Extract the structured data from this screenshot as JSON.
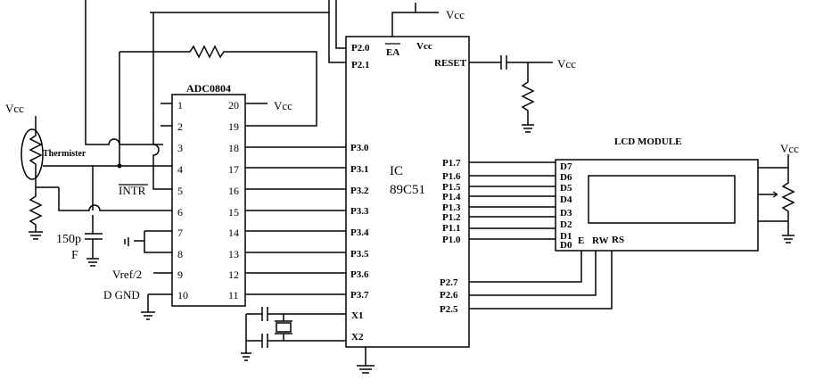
{
  "mcu": {
    "name1": "IC",
    "name2": "89C51",
    "left_pins": [
      "P2.0",
      "P2.1",
      "P3.0",
      "P3.1",
      "P3.2",
      "P3.3",
      "P3.4",
      "P3.5",
      "P3.6",
      "P3.7",
      "X1",
      "X2"
    ],
    "right_pins": [
      "RESET",
      "P1.7",
      "P1.6",
      "P1.5",
      "P1.4",
      "P1.3",
      "P1.2",
      "P1.1",
      "P1.0",
      "P2.7",
      "P2.6",
      "P2.5"
    ],
    "ea": "EA",
    "ea_vcc": "Vcc"
  },
  "adc": {
    "title": "ADC0804",
    "left_pins": [
      "1",
      "2",
      "3",
      "4",
      "5",
      "6",
      "7",
      "8",
      "9",
      "10"
    ],
    "right_pins": [
      "20",
      "19",
      "18",
      "17",
      "16",
      "15",
      "14",
      "13",
      "12",
      "11"
    ],
    "intr": "INTR",
    "vref": "Vref/2",
    "dgnd": "D GND",
    "vcc": "Vcc"
  },
  "lcd": {
    "title": "LCD MODULE",
    "data_pins": [
      "D7",
      "D6",
      "D5",
      "D4",
      "D3",
      "D2",
      "D1",
      "D0"
    ],
    "ctrl_pins": [
      "E",
      "RW",
      "RS"
    ],
    "vcc": "Vcc"
  },
  "sensor": {
    "vcc": "Vcc",
    "label": "Thermister",
    "cap_value": "150p",
    "cap_unit": "F"
  },
  "supply": {
    "top_vcc": "Vcc",
    "reset_vcc": "Vcc"
  }
}
